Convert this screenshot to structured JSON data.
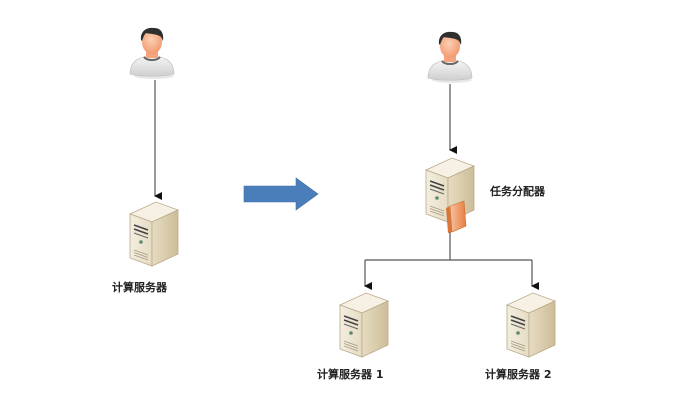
{
  "diagram": {
    "left": {
      "user": {
        "icon": "user-icon"
      },
      "server": {
        "icon": "server-icon",
        "label": "计算服务器"
      }
    },
    "transition_arrow": {
      "icon": "arrow-right-icon",
      "color": "#4a7ebb"
    },
    "right": {
      "user": {
        "icon": "user-icon"
      },
      "dispatcher": {
        "icon": "server-with-card-icon",
        "label": "任务分配器"
      },
      "workers": [
        {
          "icon": "server-icon",
          "label": "计算服务器 1"
        },
        {
          "icon": "server-icon",
          "label": "计算服务器 2"
        }
      ]
    },
    "colors": {
      "connector": "#555555",
      "server_front": "#e9e0cc",
      "server_side": "#d7c9a9",
      "server_top": "#f3eddf",
      "card": "#f2a069",
      "shirt": "#e3e3e3",
      "skin": "#f7b08a",
      "hair": "#333333"
    }
  }
}
